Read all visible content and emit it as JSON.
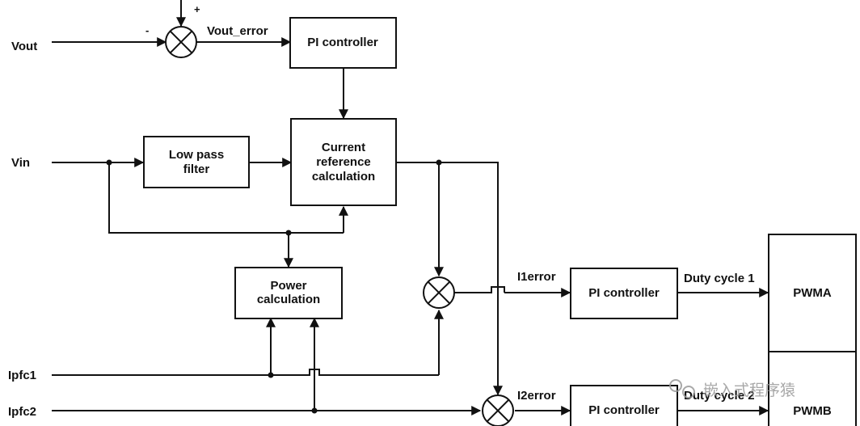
{
  "inputs": {
    "vout": "Vout",
    "vin": "Vin",
    "ipfc1": "Ipfc1",
    "ipfc2": "Ipfc2"
  },
  "signs": {
    "plus": "+",
    "minus": "-"
  },
  "signals": {
    "vout_error": "Vout_error",
    "i1error": "I1error",
    "i2error": "I2error",
    "duty_cycle_1": "Duty cycle 1",
    "duty_cycle_2": "Duty cycle 2"
  },
  "blocks": {
    "pi_controller_voltage": "PI controller",
    "current_reference": [
      "Current",
      "reference",
      "calculation"
    ],
    "low_pass_filter": [
      "Low pass",
      "filter"
    ],
    "power_calculation": [
      "Power",
      "calculation"
    ],
    "pi_controller_1": "PI controller",
    "pi_controller_2": "PI controller",
    "pwma": "PWMA",
    "pwmb": "PWMB"
  },
  "watermark": "嵌入式程序猿"
}
